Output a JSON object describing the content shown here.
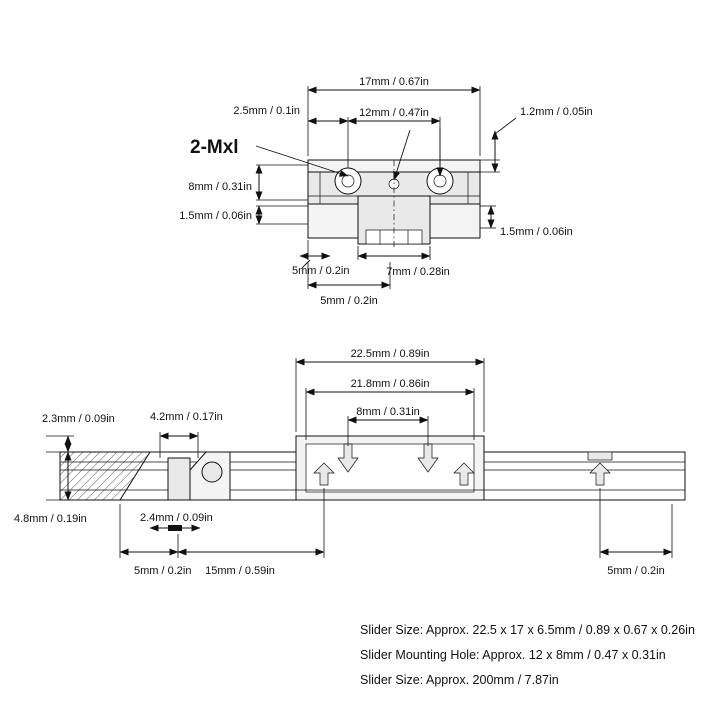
{
  "figure": {
    "title": "MGN12 linear rail and slider dimension drawing",
    "background_color": "#ffffff",
    "line_color": "#111111"
  },
  "top_view": {
    "label_2mxl": "2-Mxl",
    "dimensions": {
      "overall_width": "17mm / 0.67in",
      "hole_spacing_width": "12mm / 0.47in",
      "edge_offset": "2.5mm / 0.1in",
      "top_plate_thickness": "1.2mm / 0.05in",
      "body_height": "8mm / 0.31in",
      "rail_flange_height": "1.5mm / 0.06in",
      "right_flange_height": "1.5mm / 0.06in",
      "rail_base_left": "5mm / 0.2in",
      "rail_base_width": "7mm / 0.28in",
      "rail_bottom_width": "5mm / 0.2in"
    }
  },
  "side_view": {
    "dimensions": {
      "slider_length": "22.5mm / 0.89in",
      "slider_body_length": "21.8mm / 0.86in",
      "mount_hole_spacing": "8mm / 0.31in",
      "rail_top_chamfer": "2.3mm / 0.09in",
      "rail_hole_top_width": "4.2mm / 0.17in",
      "rail_height": "4.8mm / 0.19in",
      "rail_hole_neck": "2.4mm / 0.09in",
      "rail_end_offset": "5mm / 0.2in",
      "rail_hole_pitch": "15mm / 0.59in",
      "rail_end_offset_right": "5mm / 0.2in"
    }
  },
  "spec_lines": [
    "Slider Size: Approx. 22.5 x 17 x 6.5mm / 0.89 x 0.67 x 0.26in",
    "Slider Mounting Hole: Approx. 12 x 8mm / 0.47 x 0.31in",
    "Slider Size: Approx. 200mm / 7.87in"
  ]
}
